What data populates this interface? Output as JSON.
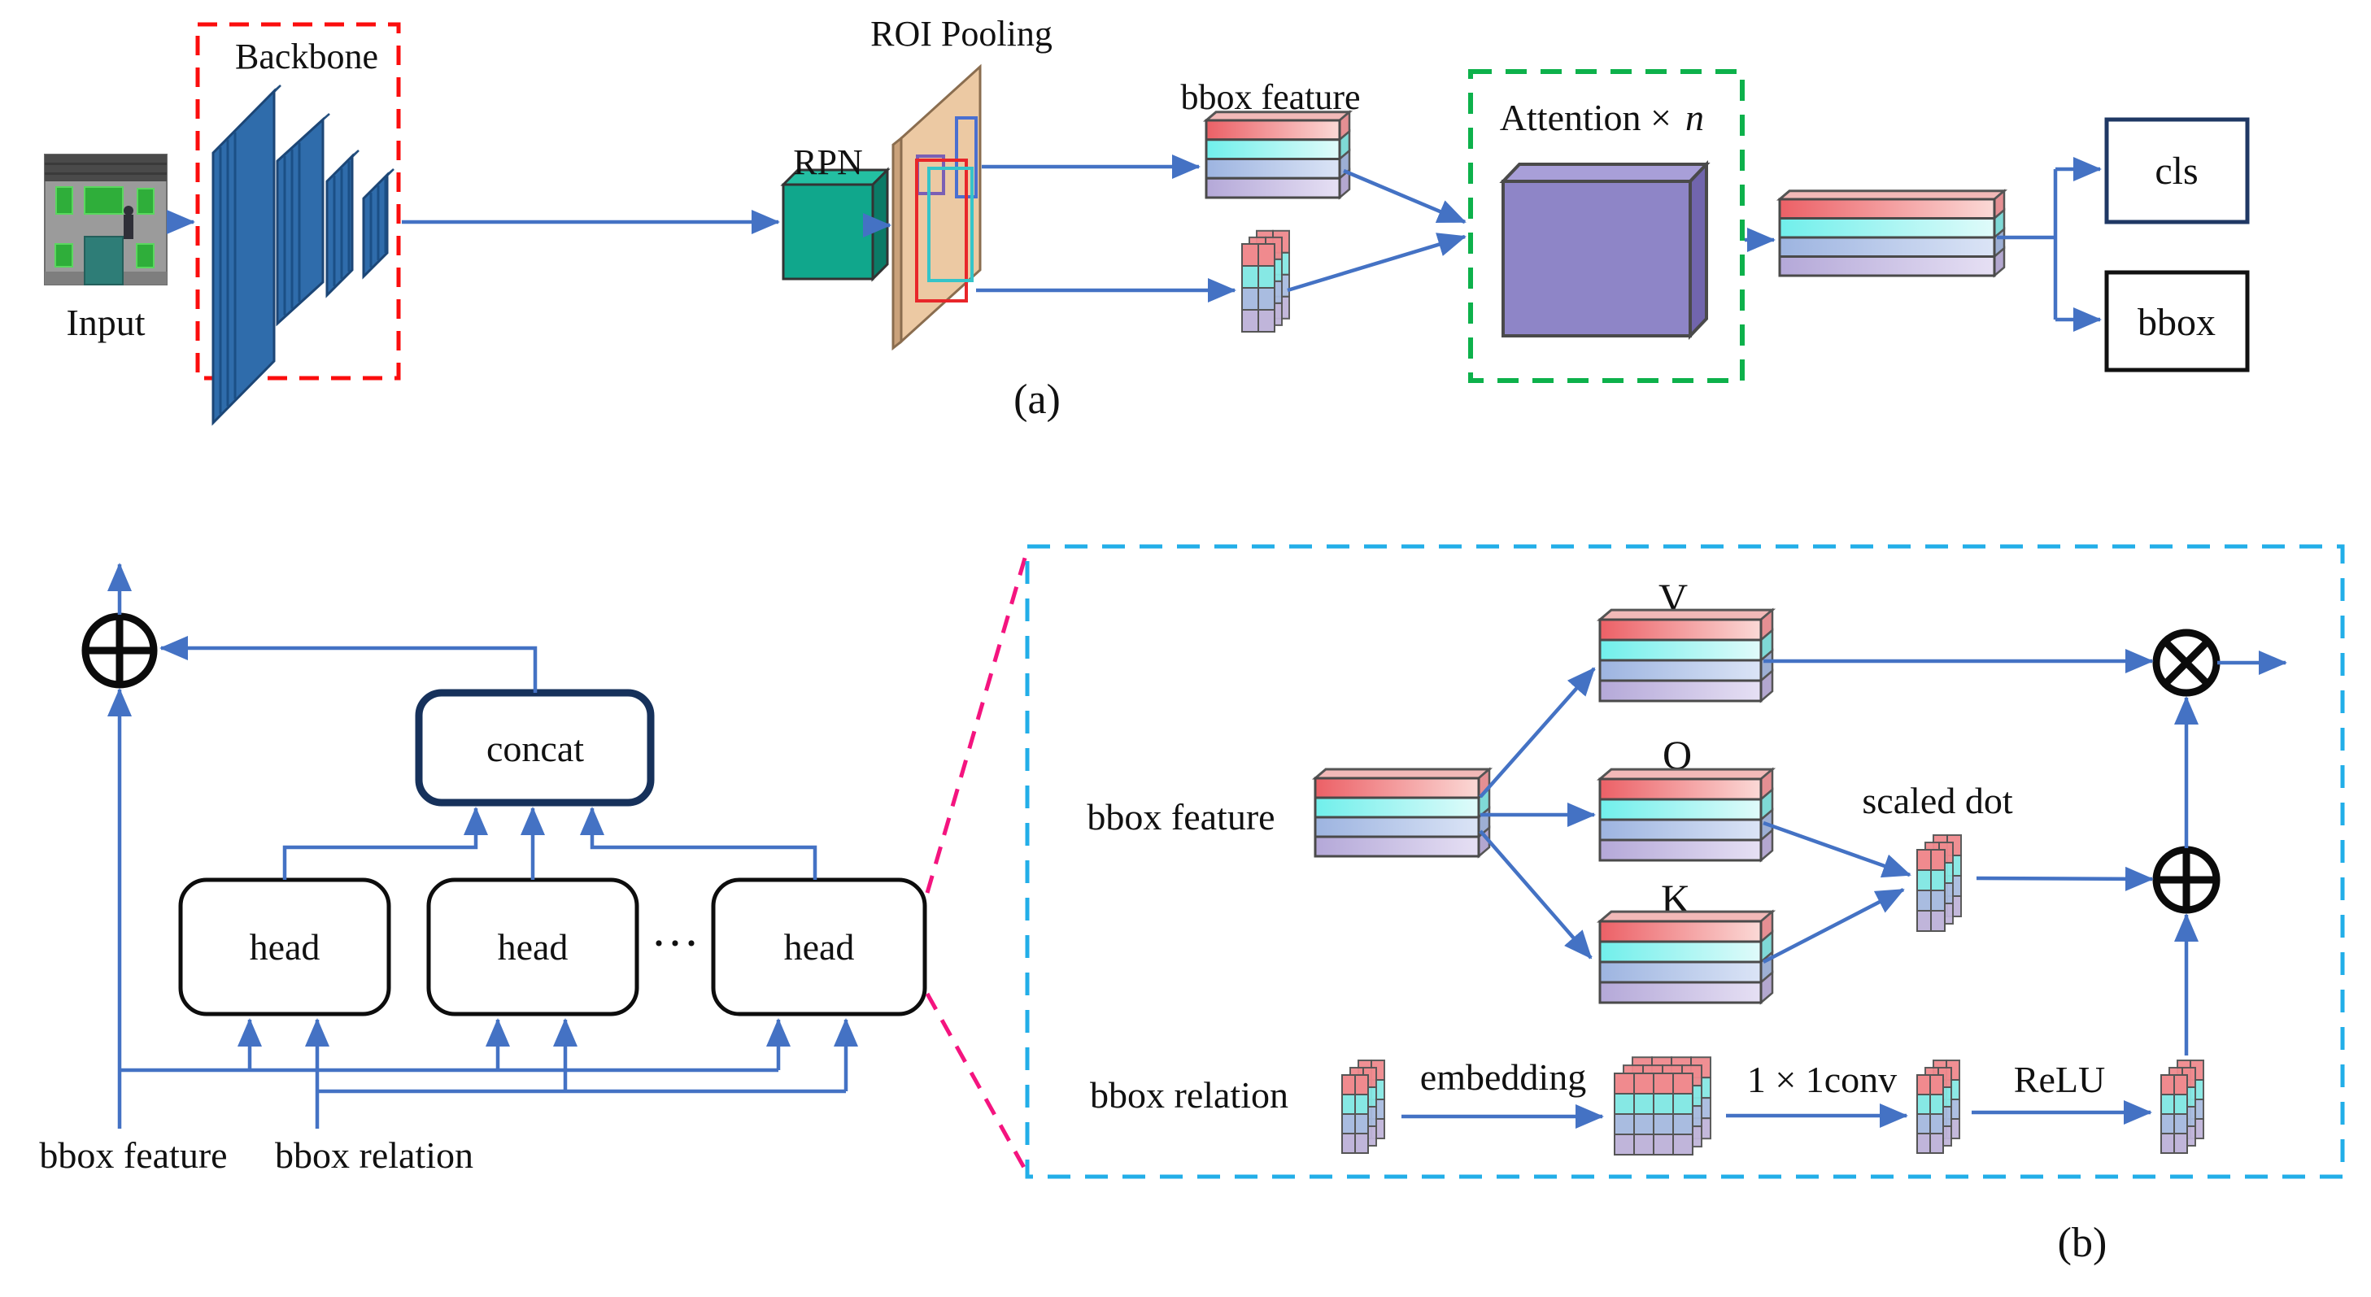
{
  "figure": {
    "type": "architecture-diagram",
    "panel_a_caption": "(a)",
    "panel_b_caption": "(b)"
  },
  "panel_a": {
    "input_label": "Input",
    "backbone_label": "Backbone",
    "rpn_label": "RPN",
    "roi_pooling_label": "ROI Pooling",
    "bbox_feature_label": "bbox feature",
    "attention_label": "Attention ×",
    "attention_n": "n",
    "cls_label": "cls",
    "bbox_label": "bbox"
  },
  "panel_b": {
    "multihead": {
      "concat_label": "concat",
      "head_labels": [
        "head",
        "head",
        "head"
      ],
      "dots": "···",
      "bbox_feature_label": "bbox feature",
      "bbox_relation_label": "bbox relation",
      "add_symbol": "⊕"
    },
    "attention_detail": {
      "bbox_feature_label": "bbox feature",
      "v_label": "V",
      "q_label": "Q",
      "k_label": "K",
      "scaled_dot_label": "scaled dot",
      "bbox_relation_label": "bbox relation",
      "embedding_label": "embedding",
      "conv_label": "1 × 1conv",
      "relu_label": "ReLU",
      "multiply_symbol": "⊗",
      "add_symbol": "⊕"
    }
  },
  "colors": {
    "arrow_blue": "#4472c4",
    "backbone_box_red": "#fb0d0d",
    "attention_box_green": "#0db14b",
    "detail_box_cyan": "#22aee8",
    "callout_pink": "#f4147f",
    "backbone_slab_blue": "#2f6cab",
    "rpn_teal": "#10a78c",
    "roi_plane_tan": "#ecc9a3",
    "attention_purple": "#8e85c7",
    "cls_border_navy": "#1f3864",
    "concat_border_navy": "#16315b",
    "feature_row_colors": [
      "#ee6a6e",
      "#6ceeea",
      "#9fb6e2",
      "#b9aeda"
    ]
  }
}
